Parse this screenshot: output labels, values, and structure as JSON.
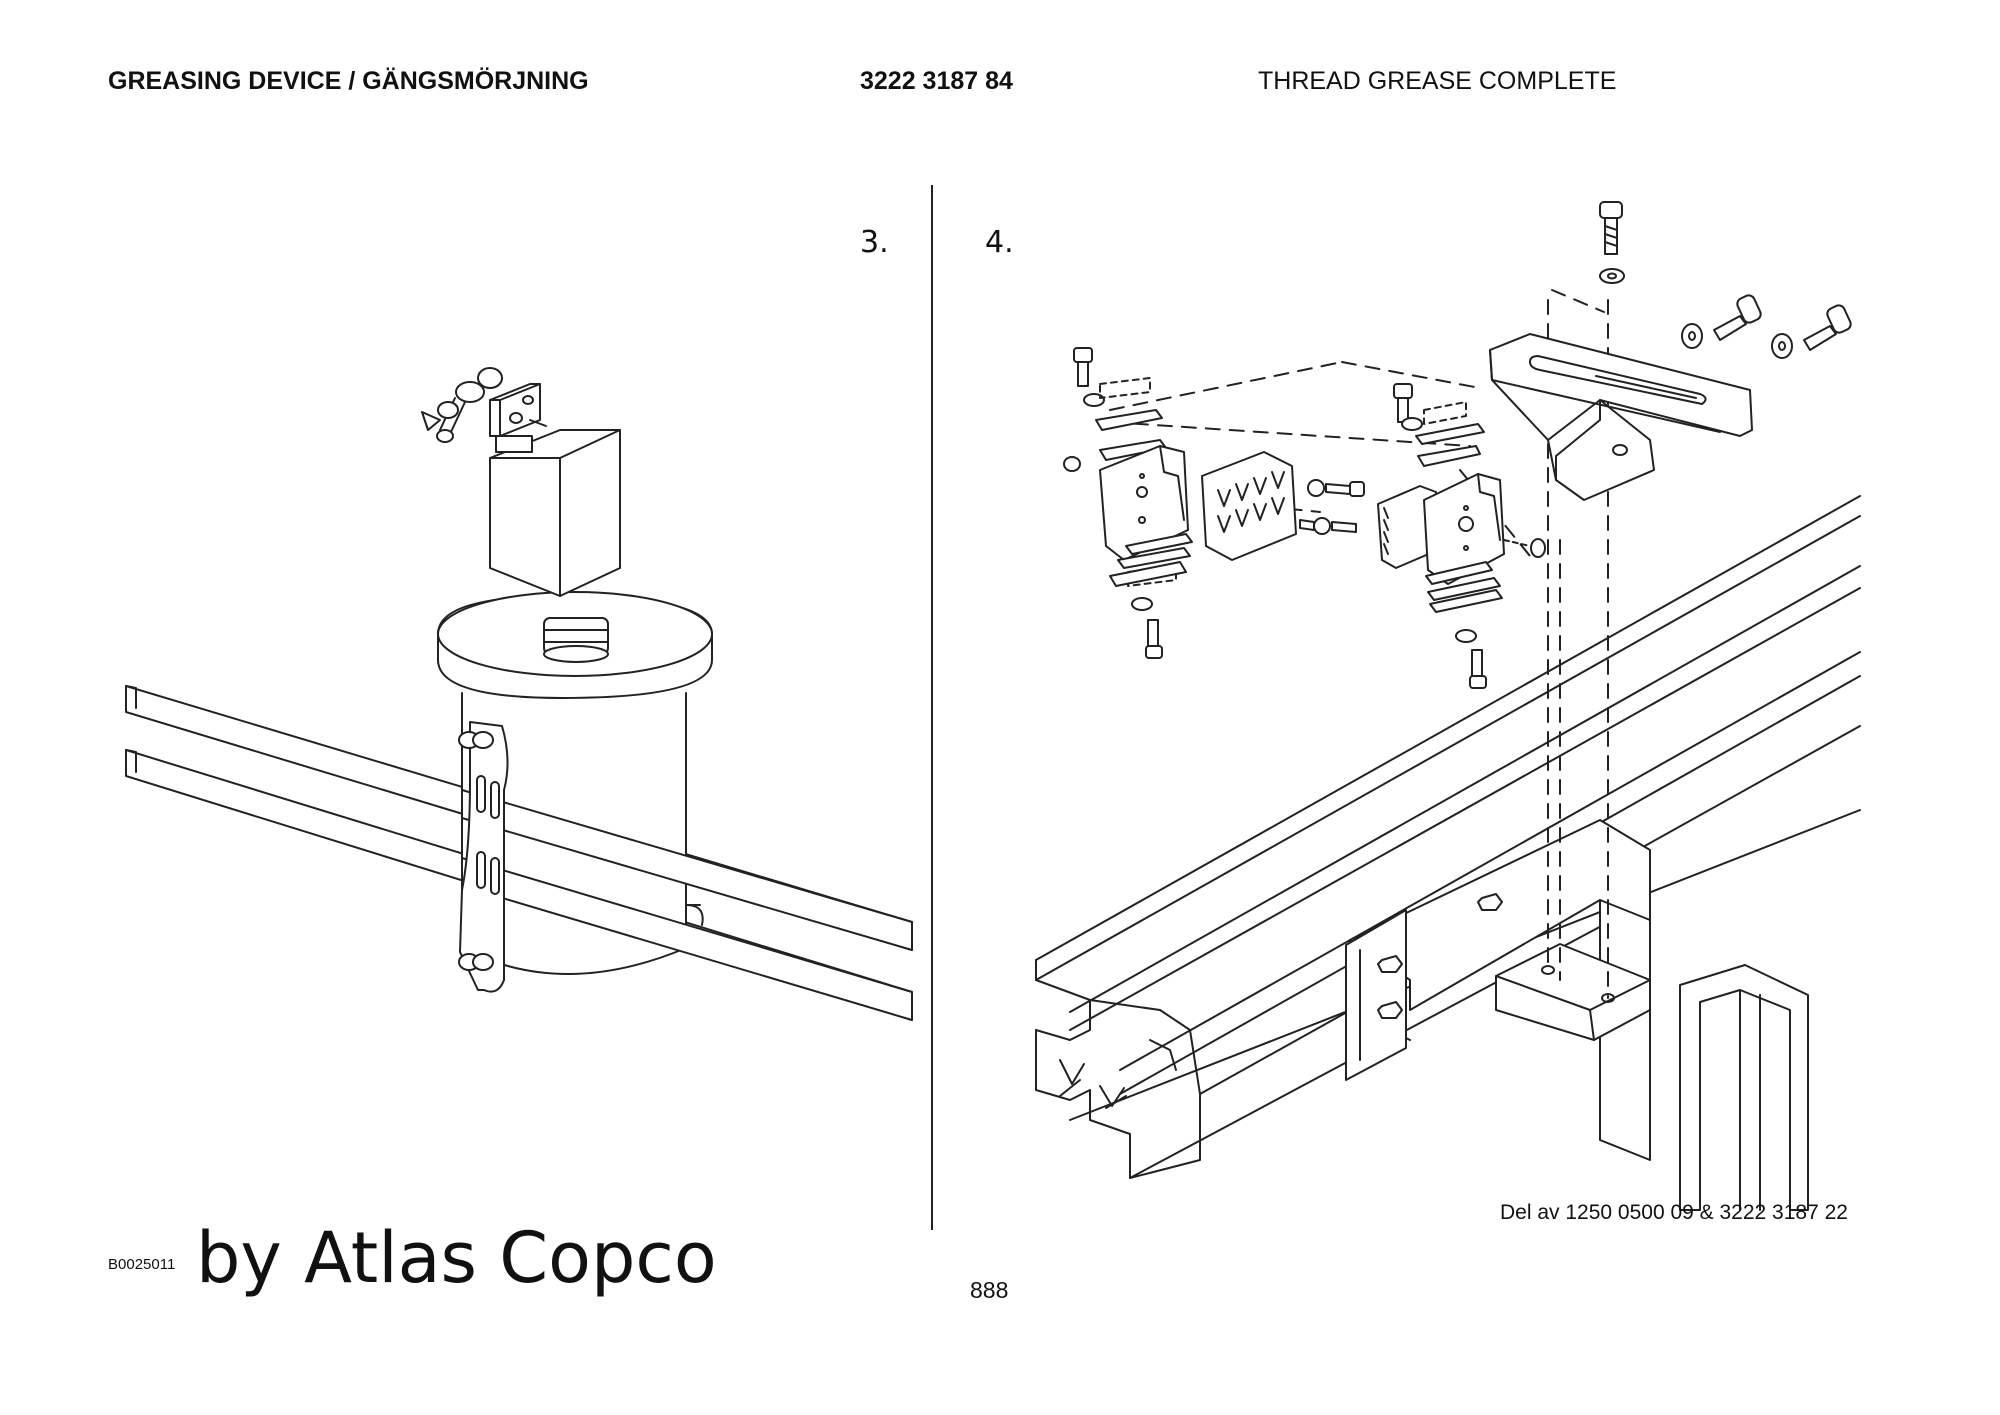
{
  "header": {
    "title": "GREASING DEVICE / GÄNGSMÖRJNING",
    "part_number": "3222 3187 84",
    "description": "THREAD GREASE COMPLETE"
  },
  "steps": {
    "left": "3.",
    "right": "4."
  },
  "caption": "Del av 1250 0500 09 & 3222 3187 22",
  "footer": {
    "doc_number": "B0025011",
    "watermark": "by Atlas Copco",
    "page_number": "888"
  }
}
